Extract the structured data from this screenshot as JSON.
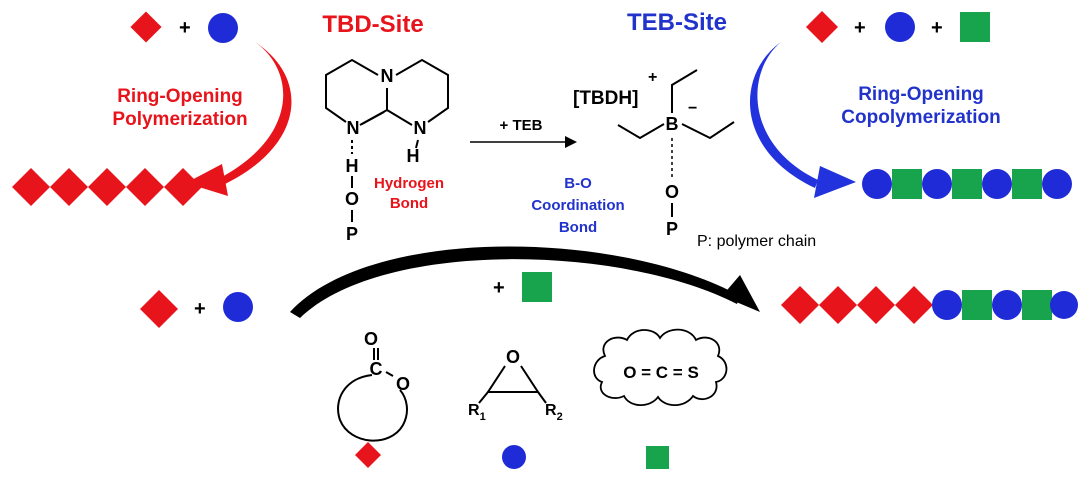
{
  "tbd_site": {
    "title": "TBD-Site",
    "color": "#e8141b"
  },
  "teb_site": {
    "title": "TEB-Site",
    "color": "#2233cc"
  },
  "rop": {
    "line1": "Ring-Opening",
    "line2": "Polymerization"
  },
  "rocop": {
    "line1": "Ring-Opening",
    "line2": "Copolymerization"
  },
  "plus": "+",
  "reagent_arrow": {
    "label": "+ TEB"
  },
  "hydrogen_bond": {
    "line1": "Hydrogen",
    "line2": "Bond"
  },
  "bo_bond": {
    "line1": "B-O",
    "line2": "Coordination",
    "line3": "Bond"
  },
  "cation": {
    "label": "[TBDH]",
    "charge": "+"
  },
  "anion_charge": "−",
  "polymer_note": "P: polymer chain",
  "atoms": {
    "N": "N",
    "H": "H",
    "O": "O",
    "P": "P",
    "B": "B",
    "C": "C",
    "S": "S",
    "eq": "="
  },
  "epoxide": {
    "r1": "R",
    "r1_sub": "1",
    "r2": "R",
    "r2_sub": "2"
  },
  "heterocumulene": {
    "label": "O = C = S"
  },
  "colors": {
    "red_monomer": "#e8141b",
    "blue_monomer": "#1f2bd6",
    "green_monomer": "#17a44c"
  },
  "icons": {
    "red": "red-diamond-monomer-icon",
    "blue": "blue-circle-monomer-icon",
    "green": "green-square-monomer-icon"
  }
}
